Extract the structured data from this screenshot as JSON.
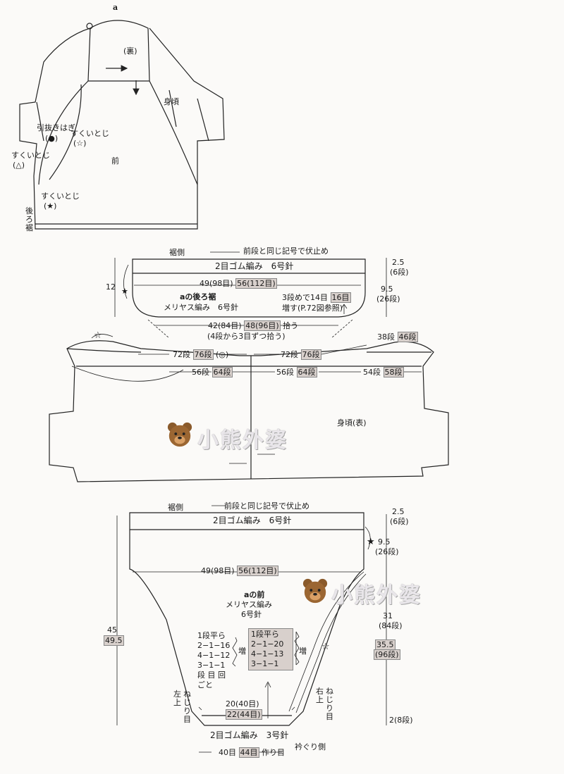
{
  "top": {
    "title": "a",
    "ura": "(裏)",
    "migoro": "身頃",
    "mae": "前",
    "hikinuki": "引抜きはぎ",
    "hikinuki_mark": "(●)",
    "sukui_star_open": "すくいとじ",
    "sukui_star_open_mark": "(☆)",
    "sukui_tri": "すくいとじ",
    "sukui_tri_mark": "(△)",
    "sukui_star": "すくいとじ",
    "sukui_star_mark": "(★)",
    "ushiro_suso": "後ろ裾"
  },
  "back_hem": {
    "susogawa": "裾側",
    "bind_off": "前段と同じ記号で伏止め",
    "rib": "2目ゴム編み　6号針",
    "width": "49(98目)",
    "width_hl": "56(112目)",
    "name": "aの後ろ裾",
    "stitch": "メリヤス編み　6号針",
    "inc1": "3段めで14目",
    "inc1_hl": "16目",
    "inc2": "増す(P.72図参照)",
    "pick": "42(84目)",
    "pick_hl": "48(96目)",
    "pick_suffix": "拾う",
    "pick_note": "(4段から3目ずつ拾う)",
    "h_left": "12",
    "h_r1": "2.5",
    "h_r1b": "(6段)",
    "h_r2": "9.5",
    "h_r2b": "(26段)",
    "star_filled": "★"
  },
  "body": {
    "star_open": "☆",
    "r72a": "72段",
    "r72a_hl": "76段",
    "r72a_mark": "(◎)",
    "r72b": "72段",
    "r72b_hl": "76段",
    "r38": "38段",
    "r38_hl": "46段",
    "r56a": "56段",
    "r56a_hl": "64段",
    "r56b": "56段",
    "r56b_hl": "64段",
    "r54": "54段",
    "r54_hl": "58段",
    "label": "身頃(表)"
  },
  "front": {
    "susogawa": "裾側",
    "bind_off": "前段と同じ記号で伏止め",
    "rib": "2目ゴム編み　6号針",
    "width": "49(98目)",
    "width_hl": "56(112目)",
    "name": "aの前",
    "stitch": "メリヤス編み",
    "needle": "6号針",
    "dec_left": [
      "1段平ら",
      "2−1−16",
      "4−1−12",
      "3−1−1"
    ],
    "dec_left_unit": "段 目 回",
    "dec_left_unit2": "ごと",
    "dec_right": [
      "1段平ら",
      "2−1−20",
      "4−1−13",
      "3−1−1"
    ],
    "zou": "増",
    "h45": "45",
    "h45_hl": "49.5",
    "r_25": "2.5",
    "r_25b": "(6段)",
    "r_95": "9.5",
    "r_95b": "(26段)",
    "r_31": "31",
    "r_31b": "(84段)",
    "r_355": "35.5",
    "r_355b": "(96段)",
    "r_2": "2(8段)",
    "left_twist": [
      "左上",
      "ねじり目"
    ],
    "right_twist": [
      "右上",
      "ねじり目"
    ],
    "bottom_w": "20(40目)",
    "bottom_w_hl": "22(44目)",
    "bottom_rib": "2目ゴム編み　3号針",
    "cast_on": "40目",
    "cast_on_hl": "44目",
    "cast_on_suffix": "作り目",
    "collar": "衿ぐり側",
    "star_filled": "★",
    "star_open": "☆"
  },
  "watermark": "小熊外婆"
}
